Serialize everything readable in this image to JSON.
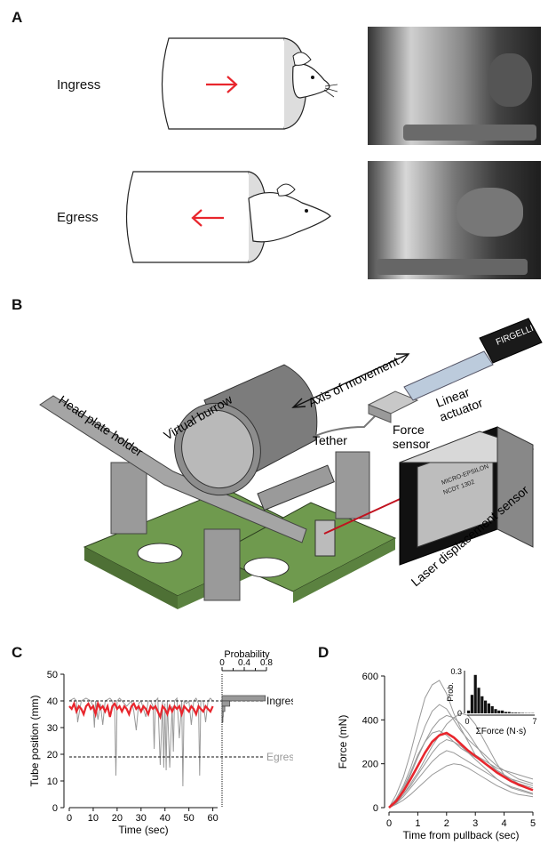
{
  "panels": {
    "a": {
      "letter": "A",
      "ingress_label": "Ingress",
      "egress_label": "Egress"
    },
    "b": {
      "letter": "B",
      "labels": {
        "head_plate_holder": "Head plate holder",
        "virtual_burrow": "Virtual burrow",
        "axis_of_movement": "Axis of movement",
        "tether": "Tether",
        "force_sensor_1": "Force",
        "force_sensor_2": "sensor",
        "linear_actuator_1": "Linear",
        "linear_actuator_2": "actuator",
        "laser_sensor": "Laser displacement sensor",
        "actuator_brand": "FIRGELLI",
        "sensor_brand_1": "MICRO-EPSILON",
        "sensor_brand_2": "NCDT 1302"
      }
    },
    "c": {
      "letter": "C"
    },
    "d": {
      "letter": "D"
    }
  },
  "chart_data": [
    {
      "id": "C",
      "type": "line",
      "xlabel": "Time (sec)",
      "ylabel": "Tube position (mm)",
      "xlim": [
        0,
        62
      ],
      "ylim": [
        0,
        50
      ],
      "xticks": [
        0,
        10,
        20,
        30,
        40,
        50,
        60
      ],
      "yticks": [
        0,
        10,
        20,
        30,
        40,
        50
      ],
      "reference_lines": [
        {
          "y": 40,
          "label": "Ingress",
          "color": "#111111"
        },
        {
          "y": 19,
          "label": "Egress",
          "color": "#999999"
        }
      ],
      "series": [
        {
          "color": "#999999",
          "x": [
            0,
            2,
            3,
            3.5,
            5,
            7,
            9,
            10,
            10.5,
            11,
            12,
            13,
            14,
            15,
            17,
            18,
            19,
            19.5,
            20,
            21,
            22,
            24,
            26,
            27,
            28,
            29,
            30,
            32,
            33,
            34,
            35,
            35.5,
            36,
            37,
            38,
            39,
            39.5,
            40,
            40.5,
            41,
            42,
            43,
            43.5,
            44,
            45,
            46,
            47,
            47.5,
            48,
            49,
            50,
            51,
            52,
            53,
            54,
            54.5,
            55,
            56,
            57,
            58,
            59,
            60
          ],
          "y": [
            40,
            41,
            40,
            32,
            40,
            41,
            40,
            38,
            30,
            40,
            33,
            39,
            31,
            40,
            41,
            40,
            36,
            12,
            40,
            41,
            40,
            38,
            40,
            36,
            29,
            39,
            40,
            34,
            40,
            40,
            38,
            22,
            40,
            41,
            16,
            40,
            15,
            39,
            14,
            40,
            15,
            38,
            21,
            40,
            41,
            26,
            40,
            8,
            40,
            39,
            40,
            31,
            40,
            41,
            39,
            12,
            40,
            40,
            32,
            40,
            41,
            40
          ]
        },
        {
          "color": "#e8262d",
          "x": [
            0,
            1,
            2,
            3,
            4,
            5,
            6,
            7,
            8,
            9,
            10,
            11,
            12,
            13,
            14,
            15,
            16,
            17,
            18,
            19,
            20,
            21,
            22,
            23,
            24,
            25,
            26,
            27,
            28,
            29,
            30,
            31,
            32,
            33,
            34,
            35,
            36,
            37,
            38,
            39,
            40,
            41,
            42,
            43,
            44,
            45,
            46,
            47,
            48,
            49,
            50,
            51,
            52,
            53,
            54,
            55,
            56,
            57,
            58,
            59,
            60
          ],
          "y": [
            38,
            37,
            39,
            36,
            38,
            37,
            35,
            38,
            39,
            37,
            38,
            35,
            39,
            37,
            38,
            36,
            38,
            34,
            38,
            39,
            37,
            38,
            36,
            38,
            37,
            35,
            38,
            39,
            37,
            38,
            36,
            38,
            37,
            35,
            38,
            37,
            38,
            36,
            34,
            38,
            37,
            35,
            38,
            36,
            38,
            37,
            38,
            35,
            38,
            37,
            36,
            38,
            37,
            35,
            38,
            37,
            36,
            38,
            37,
            36,
            38
          ]
        }
      ],
      "histogram": {
        "title": "Probability",
        "xticks": [
          "0",
          "0.4",
          "0.8"
        ],
        "extra_ticks": [
          0.2,
          0.6
        ],
        "bins": [
          {
            "y": 41,
            "p": 0.78
          },
          {
            "y": 39,
            "p": 0.14
          },
          {
            "y": 37,
            "p": 0.05
          },
          {
            "y": 35,
            "p": 0.02
          },
          {
            "y": 33,
            "p": 0.01
          }
        ]
      }
    },
    {
      "id": "D",
      "type": "line",
      "xlabel": "Time from pullback (sec)",
      "ylabel": "Force (mN)",
      "xlim": [
        0,
        5
      ],
      "ylim": [
        0,
        600
      ],
      "xticks": [
        0,
        1,
        2,
        3,
        4,
        5
      ],
      "yticks": [
        0,
        200,
        400,
        600
      ],
      "x": [
        0,
        0.25,
        0.5,
        0.75,
        1,
        1.25,
        1.5,
        1.75,
        2,
        2.25,
        2.5,
        2.75,
        3,
        3.25,
        3.5,
        3.75,
        4,
        4.25,
        4.5,
        4.75,
        5
      ],
      "series": [
        {
          "color": "#999999",
          "values": [
            0,
            60,
            140,
            250,
            380,
            500,
            560,
            580,
            520,
            430,
            360,
            300,
            240,
            220,
            200,
            180,
            170,
            160,
            150,
            140,
            130
          ]
        },
        {
          "color": "#999999",
          "values": [
            0,
            40,
            100,
            180,
            280,
            370,
            440,
            470,
            450,
            400,
            350,
            310,
            280,
            250,
            220,
            190,
            170,
            150,
            130,
            120,
            110
          ]
        },
        {
          "color": "#999999",
          "values": [
            0,
            30,
            80,
            150,
            230,
            300,
            360,
            400,
            420,
            410,
            380,
            340,
            290,
            240,
            200,
            170,
            150,
            130,
            120,
            110,
            100
          ]
        },
        {
          "color": "#999999",
          "values": [
            0,
            20,
            60,
            110,
            160,
            220,
            280,
            330,
            380,
            410,
            430,
            420,
            380,
            320,
            260,
            200,
            150,
            120,
            100,
            90,
            80
          ]
        },
        {
          "color": "#999999",
          "values": [
            0,
            25,
            60,
            100,
            150,
            200,
            250,
            290,
            310,
            300,
            280,
            250,
            220,
            190,
            160,
            130,
            110,
            95,
            85,
            75,
            65
          ]
        },
        {
          "color": "#999999",
          "values": [
            0,
            20,
            50,
            90,
            130,
            170,
            210,
            240,
            260,
            250,
            230,
            210,
            190,
            170,
            150,
            130,
            110,
            90,
            80,
            70,
            60
          ]
        },
        {
          "color": "#999999",
          "values": [
            0,
            15,
            35,
            60,
            90,
            120,
            150,
            170,
            190,
            200,
            195,
            180,
            160,
            140,
            120,
            100,
            85,
            70,
            60,
            55,
            50
          ]
        },
        {
          "color": "#999999",
          "values": [
            0,
            30,
            90,
            160,
            240,
            300,
            340,
            350,
            330,
            300,
            270,
            250,
            230,
            210,
            190,
            170,
            150,
            130,
            110,
            100,
            90
          ]
        },
        {
          "color": "#e8262d",
          "values": [
            0,
            30,
            75,
            130,
            190,
            250,
            300,
            330,
            340,
            320,
            290,
            260,
            235,
            210,
            185,
            160,
            140,
            120,
            105,
            92,
            80
          ]
        }
      ],
      "inset": {
        "xlabel": "ΣForce (N·s)",
        "ylabel": "Prob.",
        "xlim": [
          0,
          7
        ],
        "ylim": [
          0,
          0.3
        ],
        "xticks": [
          "0",
          "7"
        ],
        "yticks": [
          "0",
          "0.3"
        ],
        "bins": [
          0.02,
          0.13,
          0.27,
          0.18,
          0.12,
          0.09,
          0.07,
          0.05,
          0.03,
          0.02,
          0.02,
          0.01,
          0.01,
          0.005,
          0.005,
          0.004,
          0.003,
          0.002,
          0.002,
          0.002
        ]
      }
    }
  ]
}
